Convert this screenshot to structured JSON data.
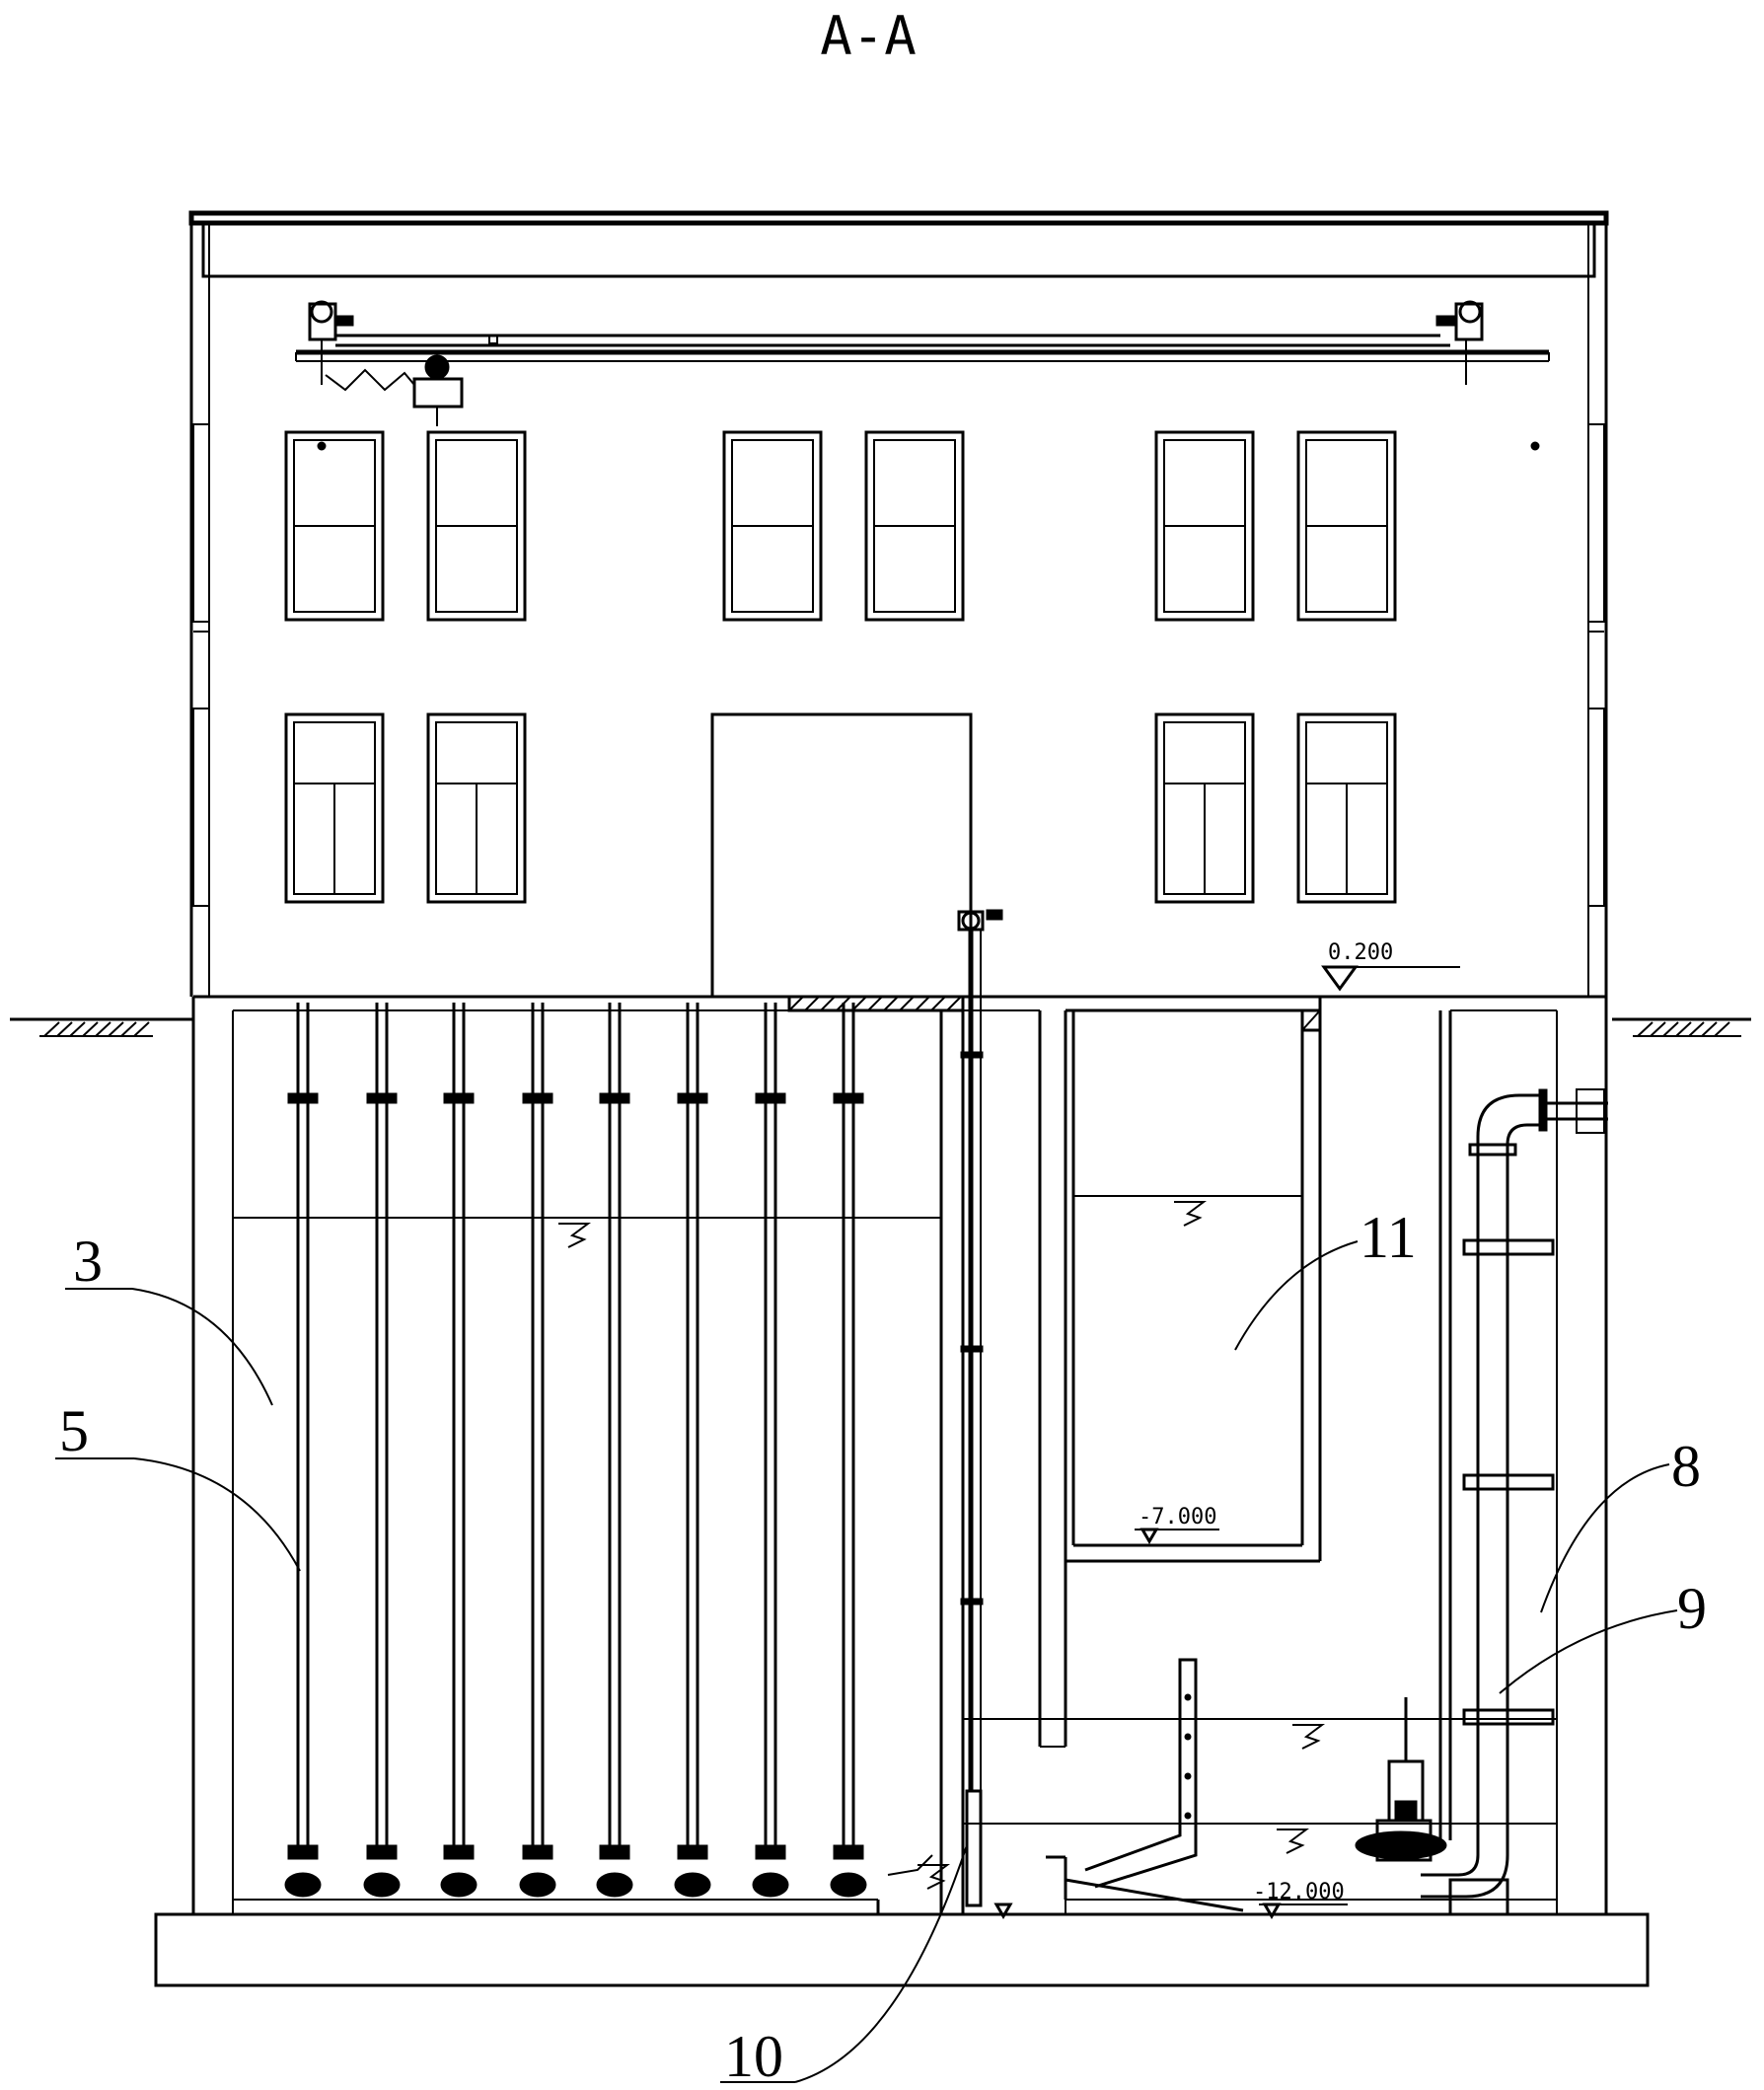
{
  "title": "A-A",
  "callouts": [
    "3",
    "5",
    "8",
    "9",
    "10",
    "11"
  ],
  "elevations": [
    "0.200",
    "-7.000",
    "-12.000"
  ]
}
